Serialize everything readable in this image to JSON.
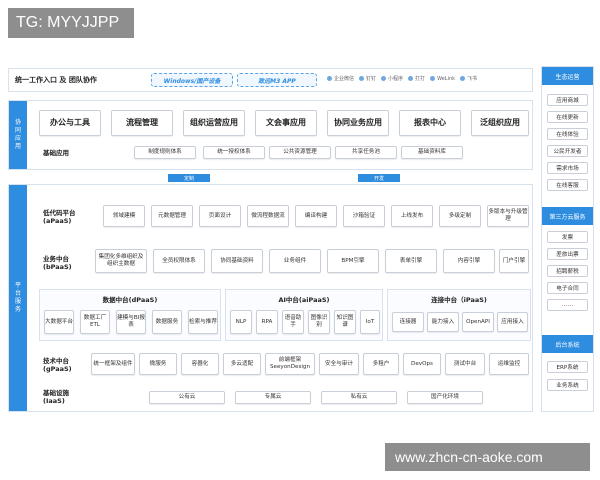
{
  "watermark_top": "TG: MYYJJPP",
  "watermark_bottom": "www.zhcn-cn-aoke.com",
  "entry": {
    "title": "统一工作入口 及 团队协作",
    "pill_windows": "Windows/国产设备",
    "pill_app": "致远M3 APP",
    "apps": [
      "企业微信",
      "钉钉",
      "小程序",
      "打打",
      "WeLink",
      "飞书"
    ]
  },
  "collab": {
    "side_label": "协同应用",
    "top_boxes": [
      "办公与工具",
      "流程管理",
      "组织运营应用",
      "文会事应用",
      "协同业务应用",
      "报表中心",
      "泛组织应用"
    ],
    "base_label": "基础应用",
    "base_boxes": [
      "制度规则体系",
      "统一授权体系",
      "公共资源管理",
      "共享任务池",
      "基础资料库"
    ]
  },
  "arrows": {
    "left": "定制",
    "right": "开发"
  },
  "platform_label": "平台服务",
  "apaas": {
    "label": "低代码平台\n(aPaaS)",
    "boxes": [
      "领域建模",
      "元数据管理",
      "页面设计",
      "微流程数据流",
      "编译构建",
      "沙箱验证",
      "上线发布",
      "多级定制",
      "多版本与升级管理"
    ]
  },
  "bpaas": {
    "label": "业务中台\n(bPaaS)",
    "boxes": [
      "集团化多维组织及组织主数据",
      "全员权限体系",
      "协同基础资料",
      "业务组件",
      "BPM引擎",
      "表单引擎",
      "内容引擎",
      "门户引擎"
    ]
  },
  "dpaas": {
    "title": "数据中台(dPaaS)",
    "boxes": [
      "大数据平台",
      "数据工厂ETL",
      "建模与BI报表",
      "数据服务",
      "检索与推荐"
    ]
  },
  "aipaas": {
    "title": "AI中台(aiPaaS)",
    "boxes": [
      "NLP",
      "RPA",
      "语音助手",
      "图像识别",
      "知识图谱",
      "IoT"
    ]
  },
  "ipaas": {
    "title": "连接中台（iPaaS)",
    "boxes": [
      "连接器",
      "能力接入",
      "OpenAPI",
      "应用接入"
    ]
  },
  "gpaas": {
    "label": "技术中台\n(gPaaS)",
    "boxes": [
      "统一框架及组件",
      "微服务",
      "容器化",
      "多云适配",
      "前端框架SeeyonDesign",
      "安全与审计",
      "多租户",
      "DevOps",
      "测试中台",
      "运维监控"
    ]
  },
  "iaas": {
    "label": "基础设施\n(IaaS)",
    "boxes": [
      "公有云",
      "专属云",
      "私有云",
      "国产化环境"
    ]
  },
  "sidebar": {
    "eco_title": "生态运营",
    "eco_items": [
      "应用商城",
      "在线更新",
      "在线体验",
      "公民开发者",
      "需求市场",
      "在线客服"
    ],
    "third_title": "第三方云服务",
    "third_items": [
      "发票",
      "差旅出票",
      "招聘薪税",
      "电子合同",
      "……"
    ],
    "back_title": "后台系统",
    "back_items": [
      "ERP系统",
      "业务系统"
    ]
  }
}
